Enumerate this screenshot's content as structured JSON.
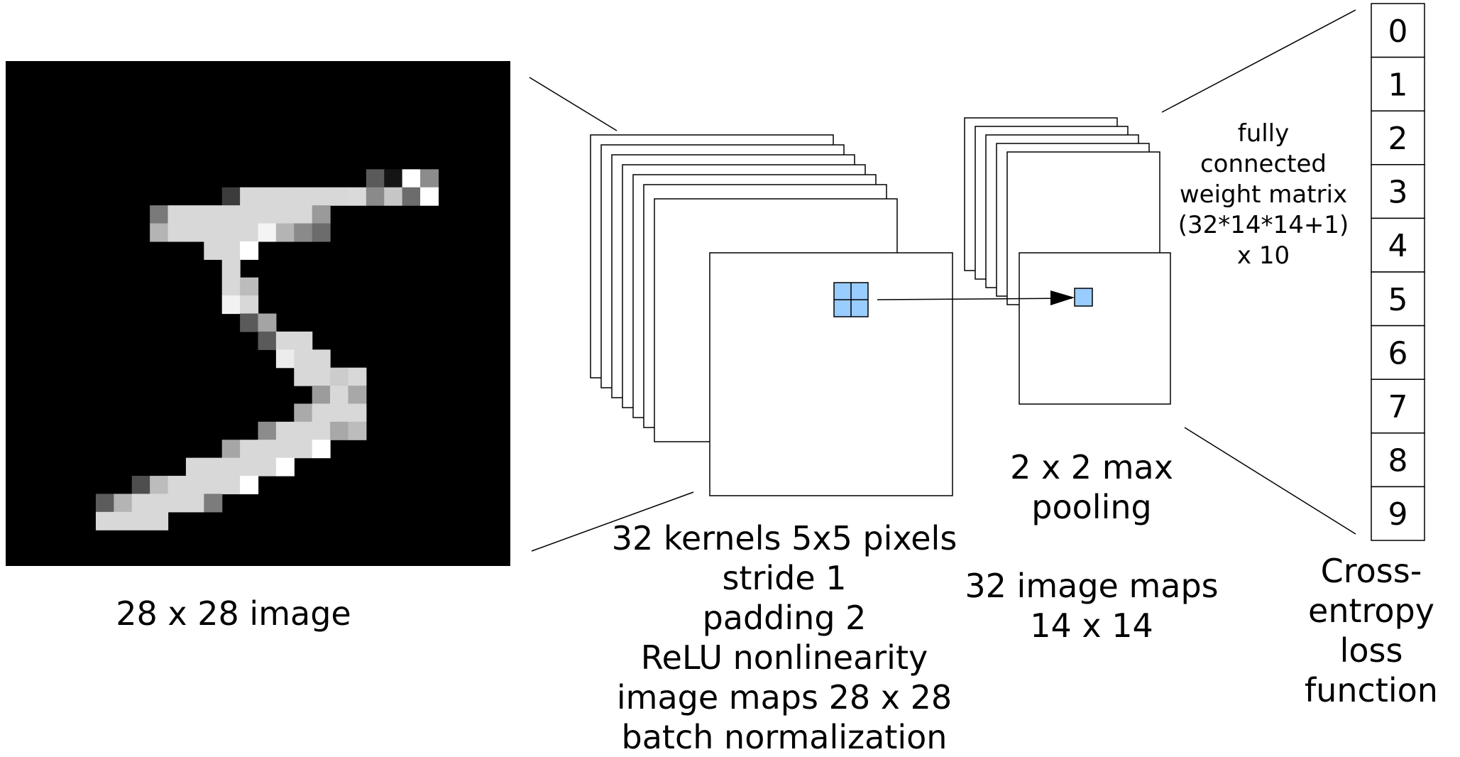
{
  "input_image": {
    "caption": "28 x 28 image",
    "grid_size": 28,
    "pixel_rows": [
      [
        "r6c20",
        "#5a5a5a"
      ],
      [
        "r6c21",
        "#141414"
      ],
      [
        "r6c22",
        "#ffffff"
      ],
      [
        "r6c23",
        "#8c8c8c"
      ],
      [
        "r7c12",
        "#3c3c3c"
      ],
      [
        "r7c13-18",
        "#d8d8d8"
      ],
      [
        "r7c19",
        "#dadada"
      ],
      [
        "r7c20",
        "#8a8a8a"
      ],
      [
        "r7c21",
        "#c6c6c6"
      ],
      [
        "r7c22",
        "#6c6c6c"
      ],
      [
        "r7c23",
        "#ffffff"
      ],
      [
        "r8c8",
        "#7a7a7a"
      ],
      [
        "r8c9-16",
        "#d8d8d8"
      ],
      [
        "r8c17",
        "#9a9a9a"
      ],
      [
        "r9c8",
        "#b4b4b4"
      ],
      [
        "r9c9-13",
        "#d8d8d8"
      ],
      [
        "r9c14",
        "#f4f4f4"
      ],
      [
        "r9c15",
        "#b4b4b4"
      ],
      [
        "r9c16",
        "#8a8a8a"
      ],
      [
        "r9c17",
        "#6c6c6c"
      ],
      [
        "r10c11",
        "#d8d8d8"
      ],
      [
        "r10c12",
        "#d8d8d8"
      ],
      [
        "r10c13",
        "#ffffff"
      ],
      [
        "r11c12",
        "#d8d8d8"
      ],
      [
        "r12c12",
        "#d8d8d8"
      ],
      [
        "r12c13",
        "#bcbcbc"
      ],
      [
        "r13c12",
        "#f2f2f2"
      ],
      [
        "r13c13",
        "#d8d8d8"
      ],
      [
        "r14c13",
        "#5a5a5a"
      ],
      [
        "r14c14",
        "#a4a4a4"
      ],
      [
        "r15c14",
        "#5a5a5a"
      ],
      [
        "r15c15",
        "#d8d8d8"
      ],
      [
        "r15c16",
        "#d8d8d8"
      ],
      [
        "r16c15",
        "#ececec"
      ],
      [
        "r16c16",
        "#d8d8d8"
      ],
      [
        "r16c17",
        "#d8d8d8"
      ],
      [
        "r17c16",
        "#d8d8d8"
      ],
      [
        "r17c17",
        "#d8d8d8"
      ],
      [
        "r17c18",
        "#cccccc"
      ],
      [
        "r17c19",
        "#d8d8d8"
      ],
      [
        "r18c17",
        "#9c9c9c"
      ],
      [
        "r18c18",
        "#d8d8d8"
      ],
      [
        "r18c19",
        "#a8a8a8"
      ],
      [
        "r19c16",
        "#aaaaaa"
      ],
      [
        "r19c17",
        "#d8d8d8"
      ],
      [
        "r19c18",
        "#d8d8d8"
      ],
      [
        "r19c19",
        "#d8d8d8"
      ],
      [
        "r20c14",
        "#8c8c8c"
      ],
      [
        "r20c15",
        "#d8d8d8"
      ],
      [
        "r20c16",
        "#d8d8d8"
      ],
      [
        "r20c17",
        "#d8d8d8"
      ],
      [
        "r20c18",
        "#a8a8a8"
      ],
      [
        "r20c19",
        "#bcbcbc"
      ],
      [
        "r21c12",
        "#a6a6a6"
      ],
      [
        "r21c13",
        "#d8d8d8"
      ],
      [
        "r21c14",
        "#d8d8d8"
      ],
      [
        "r21c15",
        "#d8d8d8"
      ],
      [
        "r21c16",
        "#d8d8d8"
      ],
      [
        "r21c17",
        "#ffffff"
      ],
      [
        "r22c10",
        "#d8d8d8"
      ],
      [
        "r22c11",
        "#d8d8d8"
      ],
      [
        "r22c12",
        "#d8d8d8"
      ],
      [
        "r22c13",
        "#d8d8d8"
      ],
      [
        "r22c14",
        "#d8d8d8"
      ],
      [
        "r22c15",
        "#ffffff"
      ],
      [
        "r23c7",
        "#4e4e4e"
      ],
      [
        "r23c8",
        "#bcbcbc"
      ],
      [
        "r23c9",
        "#d8d8d8"
      ],
      [
        "r23c10",
        "#d8d8d8"
      ],
      [
        "r23c11",
        "#d8d8d8"
      ],
      [
        "r23c12",
        "#d8d8d8"
      ],
      [
        "r23c13",
        "#ffffff"
      ],
      [
        "r24c5",
        "#5c5c5c"
      ],
      [
        "r24c6",
        "#b4b4b4"
      ],
      [
        "r24c7",
        "#d8d8d8"
      ],
      [
        "r24c8",
        "#d8d8d8"
      ],
      [
        "r24c9",
        "#d8d8d8"
      ],
      [
        "r24c10",
        "#d8d8d8"
      ],
      [
        "r24c11",
        "#7c7c7c"
      ],
      [
        "r25c5",
        "#d8d8d8"
      ],
      [
        "r25c6",
        "#d8d8d8"
      ],
      [
        "r25c7",
        "#d8d8d8"
      ],
      [
        "r25c8",
        "#d8d8d8"
      ]
    ]
  },
  "conv_layer": {
    "lines": [
      "32 kernels 5x5 pixels",
      "stride 1",
      "padding 2",
      "ReLU nonlinearity",
      "image maps 28 x 28",
      "batch normalization"
    ]
  },
  "pooling": {
    "title_lines": [
      "2 x 2 max",
      "pooling"
    ],
    "maps_lines": [
      "32 image maps",
      "14 x 14"
    ]
  },
  "fully_connected": {
    "lines": [
      "fully",
      "connected",
      "weight matrix",
      "(32*14*14+1)",
      "x 10"
    ]
  },
  "output": {
    "classes": [
      "0",
      "1",
      "2",
      "3",
      "4",
      "5",
      "6",
      "7",
      "8",
      "9"
    ],
    "loss_lines": [
      "Cross-",
      "entropy",
      "loss",
      "function"
    ]
  },
  "colors": {
    "kernel_fill": "#99ccff",
    "input_background": "#000000",
    "stroke": "#000000"
  }
}
